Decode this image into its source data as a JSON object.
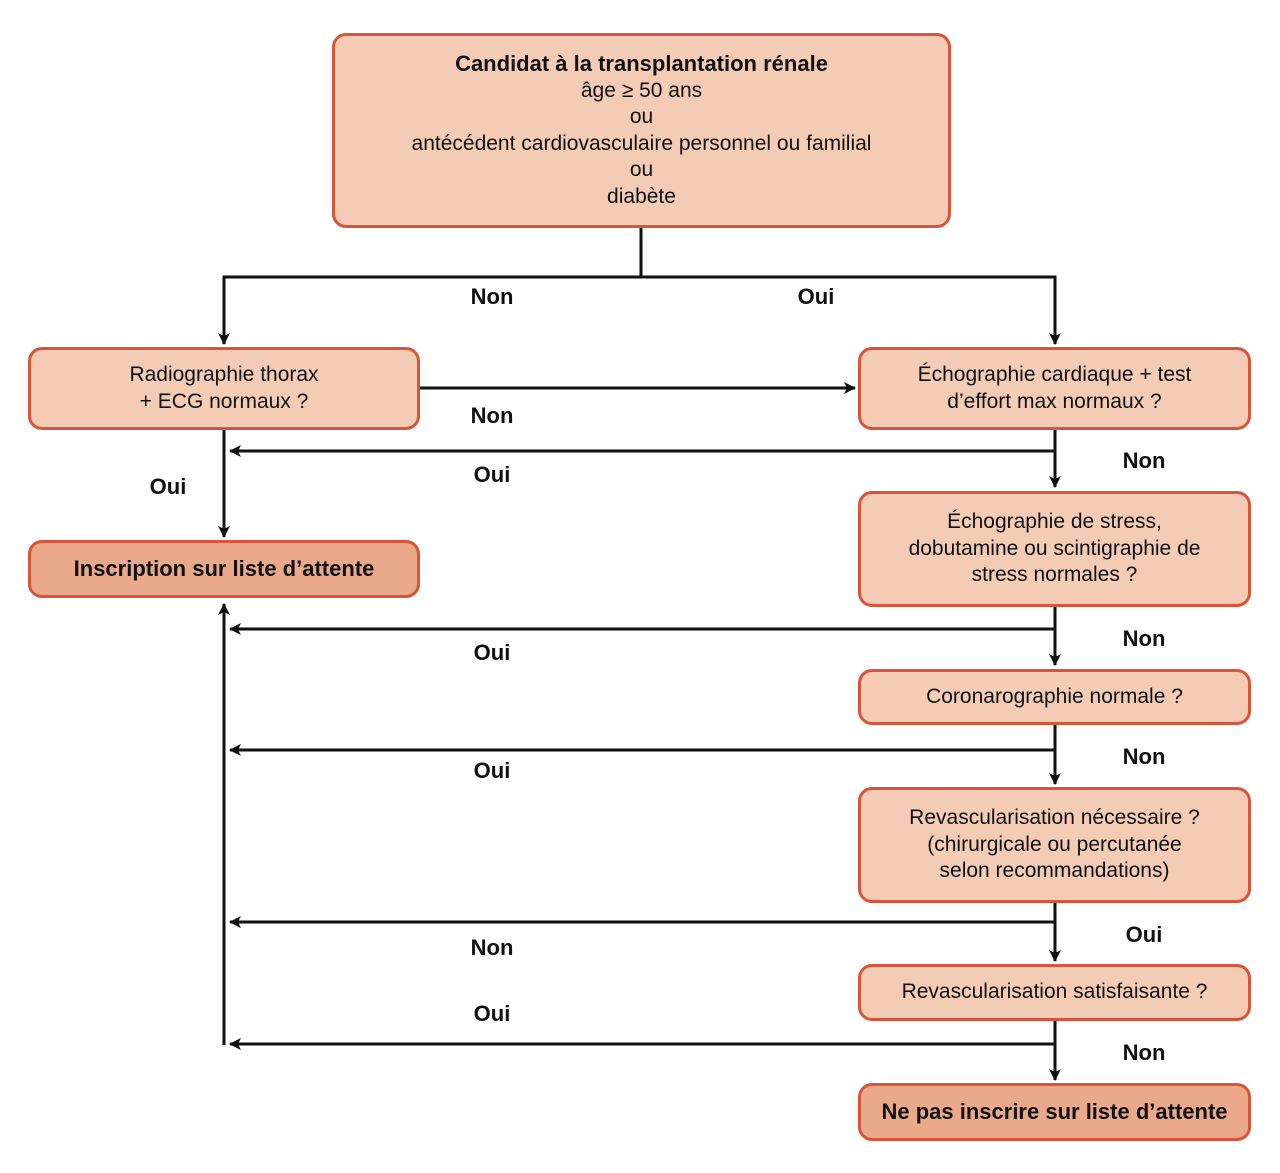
{
  "nodes": {
    "start": {
      "title": "Candidat à la transplantation rénale",
      "lines": [
        "âge ≥ 50 ans",
        "ou",
        "antécédent cardiovasculaire personnel ou familial",
        "ou",
        "diabète"
      ]
    },
    "radio": {
      "lines": [
        "Radiographie thorax",
        "+ ECG normaux ?"
      ]
    },
    "echo": {
      "lines": [
        "Échographie cardiaque + test",
        "d’effort max normaux ?"
      ]
    },
    "inscription": {
      "label": "Inscription sur liste d’attente"
    },
    "stress": {
      "lines": [
        "Échographie de stress,",
        "dobutamine ou scintigraphie de",
        "stress normales ?"
      ]
    },
    "corono": {
      "lines": [
        "Coronarographie normale ?"
      ]
    },
    "revasc": {
      "lines": [
        "Revascularisation nécessaire ?",
        "(chirurgicale ou percutanée",
        "selon recommandations)"
      ]
    },
    "revasc_ok": {
      "lines": [
        "Revascularisation satisfaisante ?"
      ]
    },
    "no_inscription": {
      "label": "Ne pas inscrire sur liste d’attente"
    }
  },
  "edge_labels": {
    "start_non": "Non",
    "start_oui": "Oui",
    "radio_non": "Non",
    "radio_oui": "Oui",
    "echo_oui": "Oui",
    "echo_non": "Non",
    "stress_oui": "Oui",
    "stress_non": "Non",
    "corono_oui": "Oui",
    "corono_non": "Non",
    "revasc_non": "Non",
    "revasc_oui": "Oui",
    "revasc_ok_oui": "Oui",
    "revasc_ok_non": "Non"
  },
  "colors": {
    "box_fill": "#f4ccb6",
    "terminal_fill": "#e9a98a",
    "border": "#d9543a",
    "line": "#111111"
  }
}
